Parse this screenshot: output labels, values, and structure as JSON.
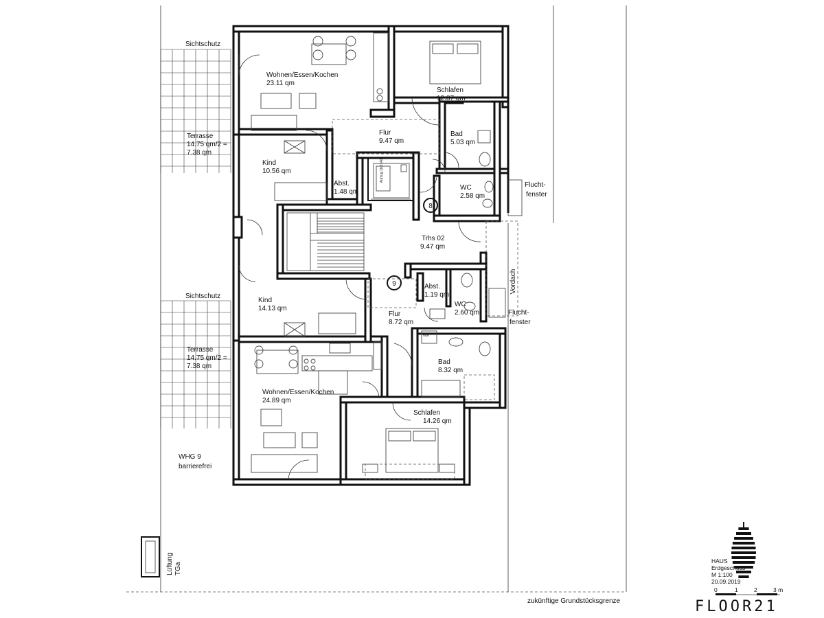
{
  "plan": {
    "rooms": [
      {
        "name": "Wohnen/Essen/Kochen",
        "area": "23.11 qm"
      },
      {
        "name": "Schlafen",
        "area": "12.87 qm"
      },
      {
        "name": "Flur",
        "area": "9.47 qm"
      },
      {
        "name": "Bad",
        "area": "5.03 qm"
      },
      {
        "name": "Kind",
        "area": "10.56 qm"
      },
      {
        "name": "Abst.",
        "area": "1.48 qm"
      },
      {
        "name": "WC",
        "area": "2.58 qm"
      },
      {
        "name": "Trhs 02",
        "area": "9.47 qm"
      },
      {
        "name": "Abst.",
        "area": "1.19 qm"
      },
      {
        "name": "WC",
        "area": "2.60 qm"
      },
      {
        "name": "Kind",
        "area": "14.13 qm"
      },
      {
        "name": "Flur",
        "area": "8.72 qm"
      },
      {
        "name": "Bad",
        "area": "8.32 qm"
      },
      {
        "name": "Wohnen/Essen/Kochen",
        "area": "24.89 qm"
      },
      {
        "name": "Schlafen",
        "area": "14.26 qm"
      }
    ],
    "terraces": [
      {
        "screen": "Sichtschutz",
        "line1": "Terrasse",
        "line2": "14.75 qm/2 =",
        "line3": "7.38 qm"
      },
      {
        "screen": "Sichtschutz",
        "line1": "Terrasse",
        "line2": "14.75 qm/2 =",
        "line3": "7.38 qm"
      }
    ],
    "escape_windows": [
      {
        "line1": "Flucht-",
        "line2": "fenster"
      },
      {
        "line1": "Flucht-",
        "line2": "fenster"
      }
    ],
    "markers": [
      "8",
      "9"
    ],
    "elevator": "Aufzug 110/140",
    "canopy": "Vordach",
    "unit": {
      "line1": "WHG 9",
      "line2": "barrierefrei"
    },
    "vent": {
      "line1": "Lüftung",
      "line2": "TGa"
    },
    "boundary": "zukünftige Grundstücksgrenze",
    "wm": "WM"
  },
  "titleblock": {
    "house": "HAUS",
    "floor": "Erdgeschoss",
    "scale": "M 1:100",
    "date": "20.09.2019",
    "scalebar": [
      "0",
      "1",
      "2",
      "3 m"
    ],
    "logo": "FLOOR21"
  }
}
